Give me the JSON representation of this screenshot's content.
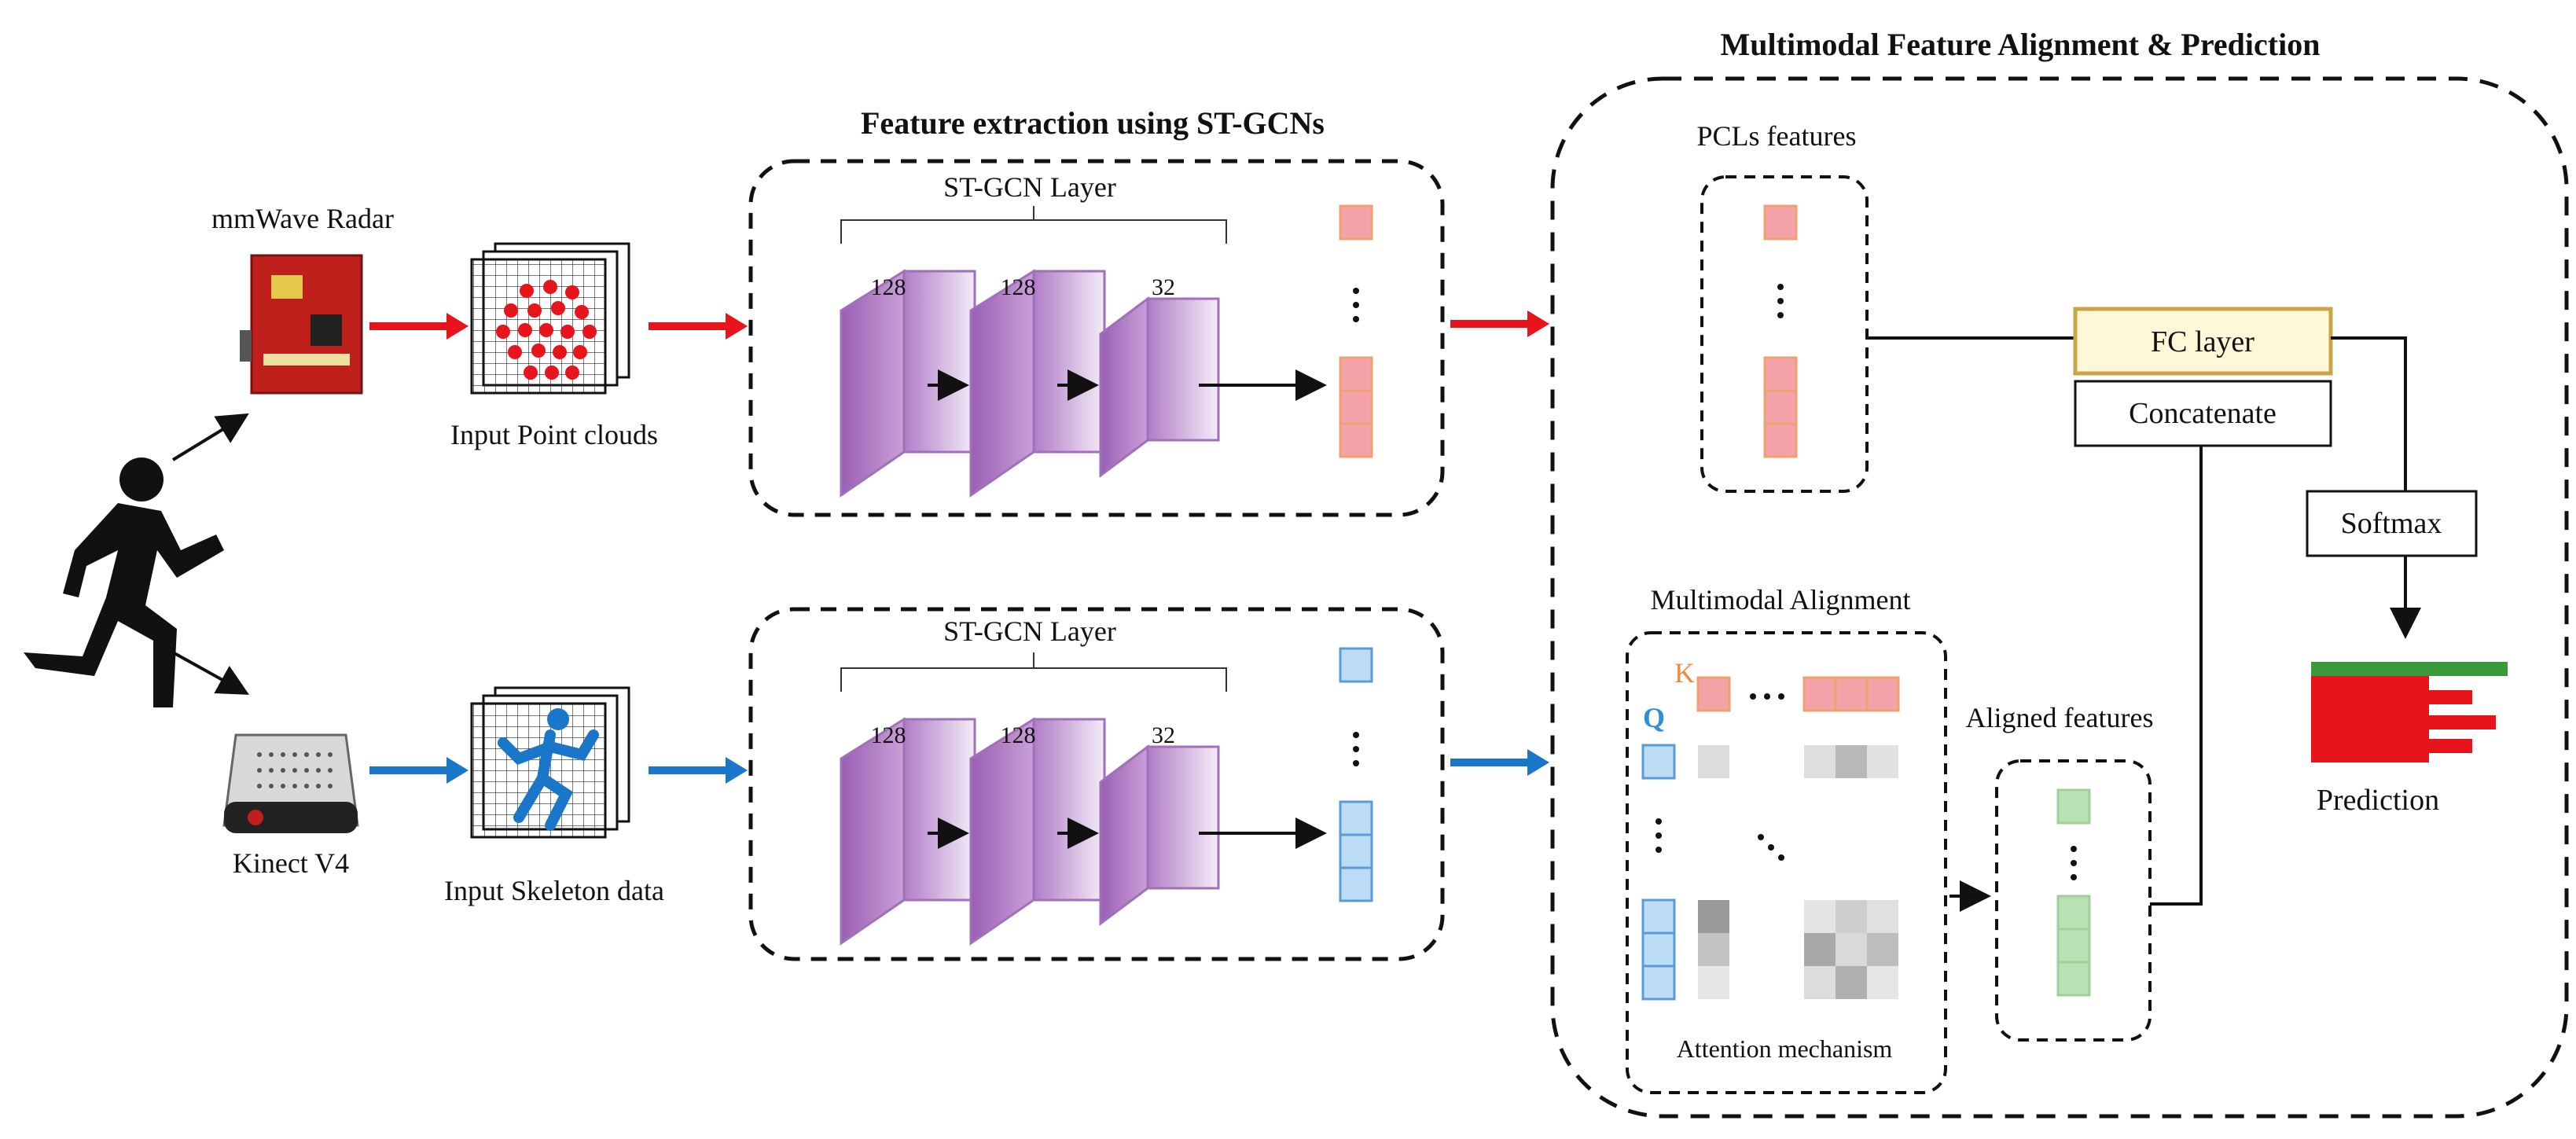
{
  "titles": {
    "feature_extraction": "Feature extraction using ST-GCNs",
    "multimodal": "Multimodal Feature Alignment & Prediction"
  },
  "sensors": {
    "radar": "mmWave Radar",
    "kinect": "Kinect V4"
  },
  "inputs": {
    "point_clouds": "Input Point clouds",
    "skeleton": "Input Skeleton data"
  },
  "stgcn": {
    "layer_label": "ST-GCN Layer",
    "channels": [
      "128",
      "128",
      "32"
    ]
  },
  "multimodal": {
    "pcl_features": "PCLs features",
    "alignment_title": "Multimodal Alignment",
    "k_label": "K",
    "q_label": "Q",
    "attention": "Attention mechanism",
    "aligned_features": "Aligned features",
    "fc_layer": "FC layer",
    "concatenate": "Concatenate",
    "softmax": "Softmax",
    "prediction": "Prediction"
  },
  "colors": {
    "radar_arrow": "#e8141c",
    "skeleton_arrow": "#1976c8",
    "gcn_purple": "#b07cc6",
    "pcl_pink": "#f4a3a8",
    "pcl_border": "#f0a070",
    "skel_blue": "#bcdcf6",
    "skel_border": "#5b9bd5",
    "aligned_green": "#b8e2b4",
    "fc_fill": "#fff8d8",
    "fc_border": "#c8a548",
    "pred_red": "#e8141c",
    "pred_green": "#3a9a3a",
    "k_orange": "#f08a3c",
    "q_blue": "#2d8fd4"
  },
  "icons": [
    "runner-icon",
    "radar-board-icon",
    "kinect-sensor-icon",
    "point-cloud-grid-icon",
    "skeleton-grid-icon"
  ]
}
